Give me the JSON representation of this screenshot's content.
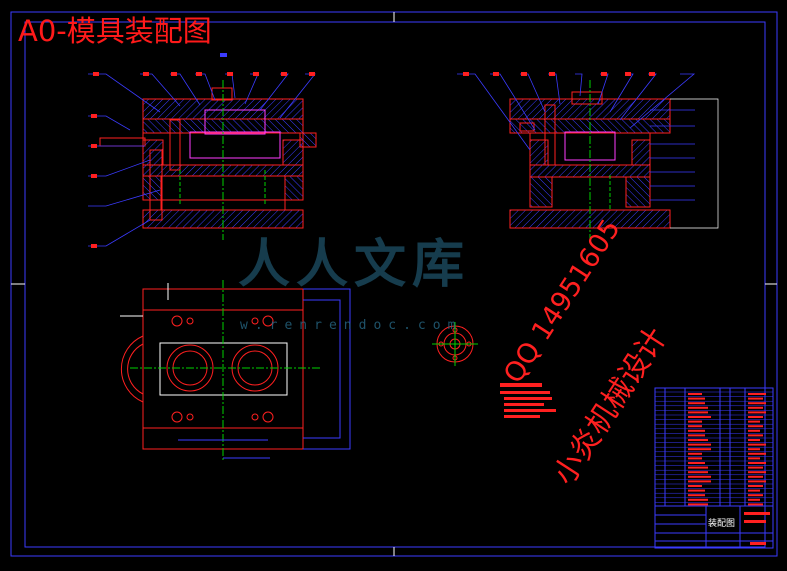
{
  "drawing": {
    "title": "A0-模具装配图",
    "colors": {
      "background": "#000000",
      "frame": "#3b3bff",
      "outline": "#ff2020",
      "hatch": "#3b3bff",
      "leader": "#3b3bff",
      "centerline": "#00d000",
      "dimension": "#ffffff",
      "insert": "#ff3cff"
    }
  },
  "watermark": {
    "site_name": "人人文库",
    "site_url": "w.renrendoc.com",
    "contact": "QQ 14951605",
    "studio": "小炎机械设计"
  },
  "title_block": {
    "drawing_name": "装配图"
  }
}
